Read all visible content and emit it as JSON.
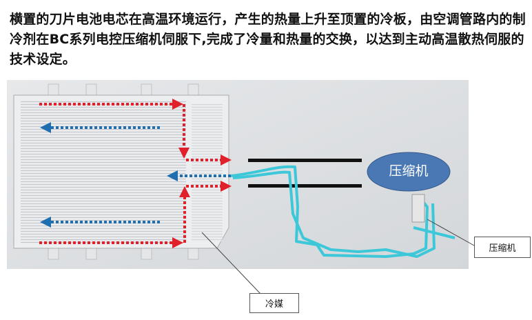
{
  "caption": "横置的刀片电池电芯在高温环境运行，产生的热量上升至顶置的冷板，由空调管路内的制冷剂在BC系列电控压缩机伺服下,完成了冷量和热量的交换，以达到主动高温散热伺服的技术设定。",
  "diagram": {
    "ellipse_label": "压缩机",
    "compressor_callout": "压缩机",
    "refrigerant_callout": "冷媒",
    "colors": {
      "hot_arrow": "#e0202a",
      "cold_arrow": "#1f6fb0",
      "pipe": "#3cc8d8",
      "ellipse": "#4a78b5"
    }
  }
}
